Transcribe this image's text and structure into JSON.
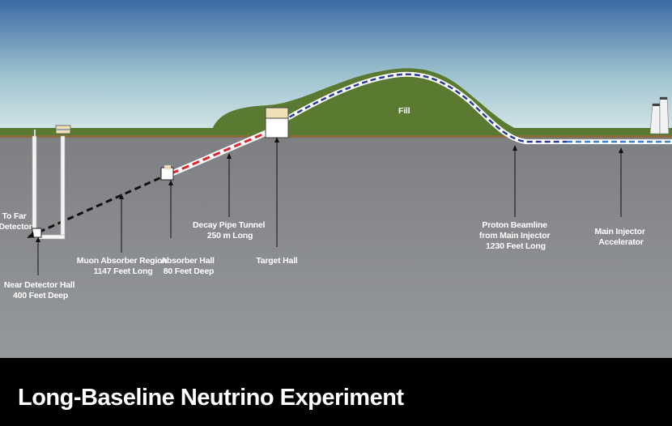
{
  "title": "Long-Baseline Neutrino Experiment",
  "labels": {
    "fill": "Fill",
    "to_far_detector": [
      "To Far",
      "Detector"
    ],
    "near_detector_hall": [
      "Near Detector Hall",
      "400 Feet Deep"
    ],
    "muon_absorber_region": [
      "Muon Absorber Region",
      "1147 Feet Long"
    ],
    "absorber_hall": [
      "Absorber Hall",
      "80 Feet Deep"
    ],
    "decay_pipe_tunnel": [
      "Decay Pipe Tunnel",
      "250 m Long"
    ],
    "target_hall": [
      "Target Hall"
    ],
    "proton_beamline": [
      "Proton Beamline",
      "from Main Injector",
      "1230 Feet Long"
    ],
    "main_injector": [
      "Main Injector",
      "Accelerator"
    ]
  },
  "colors": {
    "sky_top": "#3b6aa3",
    "sky_bottom": "#d9e8ea",
    "hill": "#5a7a32",
    "soil": "#8a6a3c",
    "underground": "#8c8f94",
    "banner": "#000000",
    "beam_red": "#e2222a",
    "beam_black": "#111111",
    "beam_blue": "#2a3a9a",
    "injector_blue": "#3b7fd0"
  }
}
